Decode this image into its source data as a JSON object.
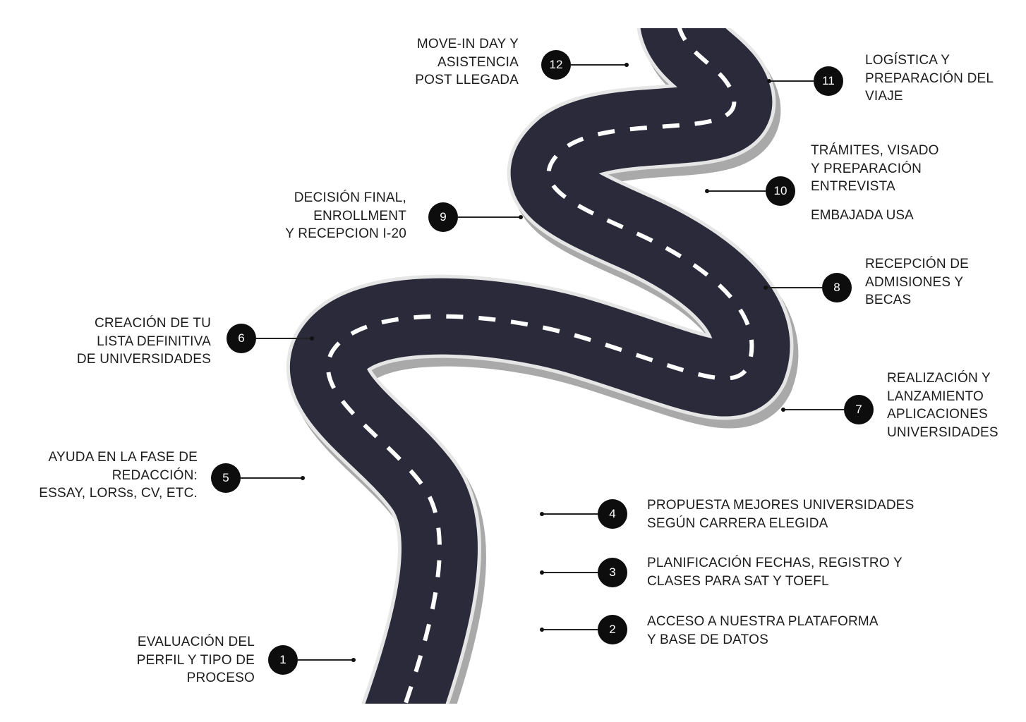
{
  "colors": {
    "road": "#2b2a3a",
    "road_shadow": "#a9a9a9",
    "road_edge": "#e6e6e6",
    "dash": "#ffffff",
    "badge": "#0d0d0d",
    "text": "#1c1c1c"
  },
  "steps": [
    {
      "num": "1",
      "text": "EVALUACIÓN DEL\nPERFIL Y TIPO DE\nPROCESO"
    },
    {
      "num": "2",
      "text": "ACCESO A NUESTRA  PLATAFORMA\nY BASE DE DATOS"
    },
    {
      "num": "3",
      "text": "PLANIFICACIÓN FECHAS, REGISTRO Y\nCLASES PARA SAT Y TOEFL"
    },
    {
      "num": "4",
      "text": "PROPUESTA MEJORES UNIVERSIDADES\nSEGÚN CARRERA ELEGIDA"
    },
    {
      "num": "5",
      "text": "AYUDA EN LA FASE DE\nREDACCIÓN:\nESSAY, LORSs, CV, ETC."
    },
    {
      "num": "6",
      "text": "CREACIÓN DE TU\nLISTA DEFINITIVA\nDE UNIVERSIDADES"
    },
    {
      "num": "7",
      "text": "REALIZACIÓN Y\nLANZAMIENTO\nAPLICACIONES\nUNIVERSIDADES"
    },
    {
      "num": "8",
      "text": "RECEPCIÓN DE\nADMISIONES Y\nBECAS"
    },
    {
      "num": "9",
      "text": "DECISIÓN FINAL,\nENROLLMENT\nY RECEPCION I-20"
    },
    {
      "num": "10",
      "text": "TRÁMITES, VISADO\nY PREPARACIÓN\nENTREVISTA",
      "extra": "EMBAJADA USA"
    },
    {
      "num": "11",
      "text": "LOGÍSTICA Y\nPREPARACIÓN DEL\nVIAJE"
    },
    {
      "num": "12",
      "text": "MOVE-IN DAY Y\nASISTENCIA\nPOST LLEGADA"
    }
  ]
}
